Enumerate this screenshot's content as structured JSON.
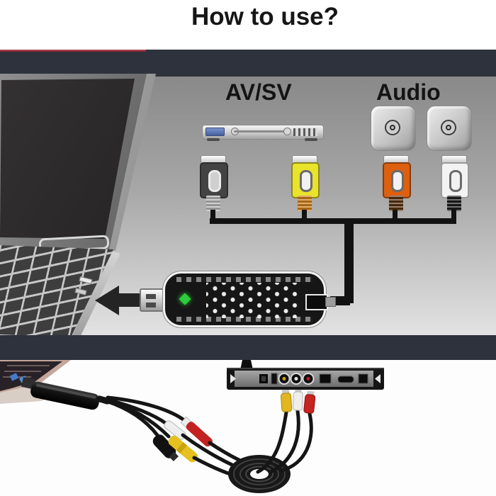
{
  "header": {
    "title": "How to use?"
  },
  "diagram": {
    "source_label": "AV/SV",
    "audio_label": "Audio",
    "colors": {
      "band": "#2e323c",
      "accent_line": "#7d1f2c",
      "illustration_background_top": "#898989",
      "illustration_background_bottom": "#e3e3e3",
      "plug_video_black": "#434343",
      "plug_video_yellow": "#e9e32b",
      "plug_audio_orange": "#dd5f10",
      "plug_audio_white": "#f3f3f3",
      "cable": "#121212",
      "device_body": "#161616",
      "device_led_green": "#2ecc3a",
      "photo_rca_yellow": "#e2b61e",
      "photo_rca_white": "#f0eeea",
      "photo_rca_red": "#c62420"
    }
  }
}
